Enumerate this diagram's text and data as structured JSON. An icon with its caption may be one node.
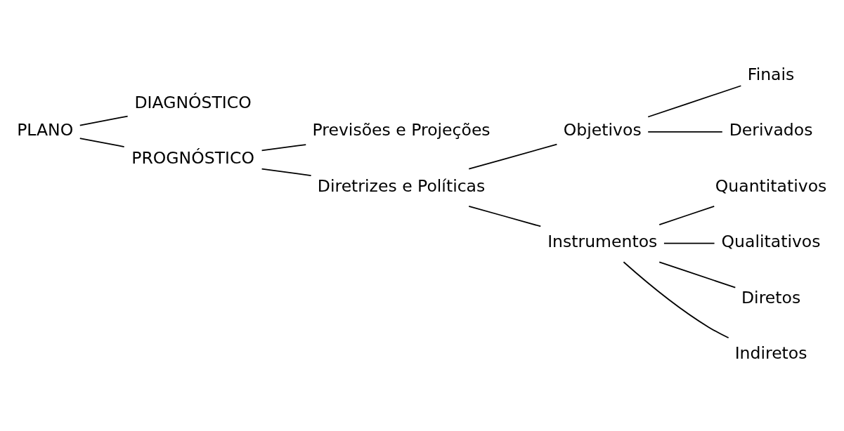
{
  "diagram": {
    "nodes": [
      {
        "text": [
          "PLANO"
        ]
      },
      {
        "text": [
          "DIAGNÓSTICO"
        ]
      },
      {
        "text": [
          "PROGNÓSTICO"
        ]
      },
      {
        "text": [
          "Previsões e Projeções"
        ]
      },
      {
        "text": [
          "Diretrizes e Políticas"
        ]
      },
      {
        "text": [
          "Objetivos"
        ]
      },
      {
        "text": [
          "Instrumentos"
        ]
      },
      {
        "text": [
          "Finais"
        ]
      },
      {
        "text": [
          "Derivados"
        ]
      },
      {
        "text": [
          "Quantitativos"
        ]
      },
      {
        "text": [
          "Qualitativos"
        ]
      },
      {
        "text": [
          "Diretos"
        ]
      },
      {
        "text": [
          "Indiretos"
        ]
      }
    ],
    "edges": [
      {
        "from": 0,
        "to": 1,
        "arrow": "none"
      },
      {
        "from": 0,
        "to": 2,
        "arrow": "none"
      },
      {
        "from": 2,
        "to": 3,
        "arrow": "none"
      },
      {
        "from": 2,
        "to": 4,
        "arrow": "none"
      },
      {
        "from": 4,
        "to": 5,
        "arrow": "none"
      },
      {
        "from": 4,
        "to": 6,
        "arrow": "none"
      },
      {
        "from": 5,
        "to": 7,
        "arrow": "none"
      },
      {
        "from": 5,
        "to": 8,
        "arrow": "none"
      },
      {
        "from": 6,
        "to": 9,
        "arrow": "none"
      },
      {
        "from": 6,
        "to": 10,
        "arrow": "none"
      },
      {
        "from": 6,
        "to": 11,
        "arrow": "none"
      },
      {
        "from": 6,
        "to": 12,
        "arrow": "none"
      }
    ]
  }
}
